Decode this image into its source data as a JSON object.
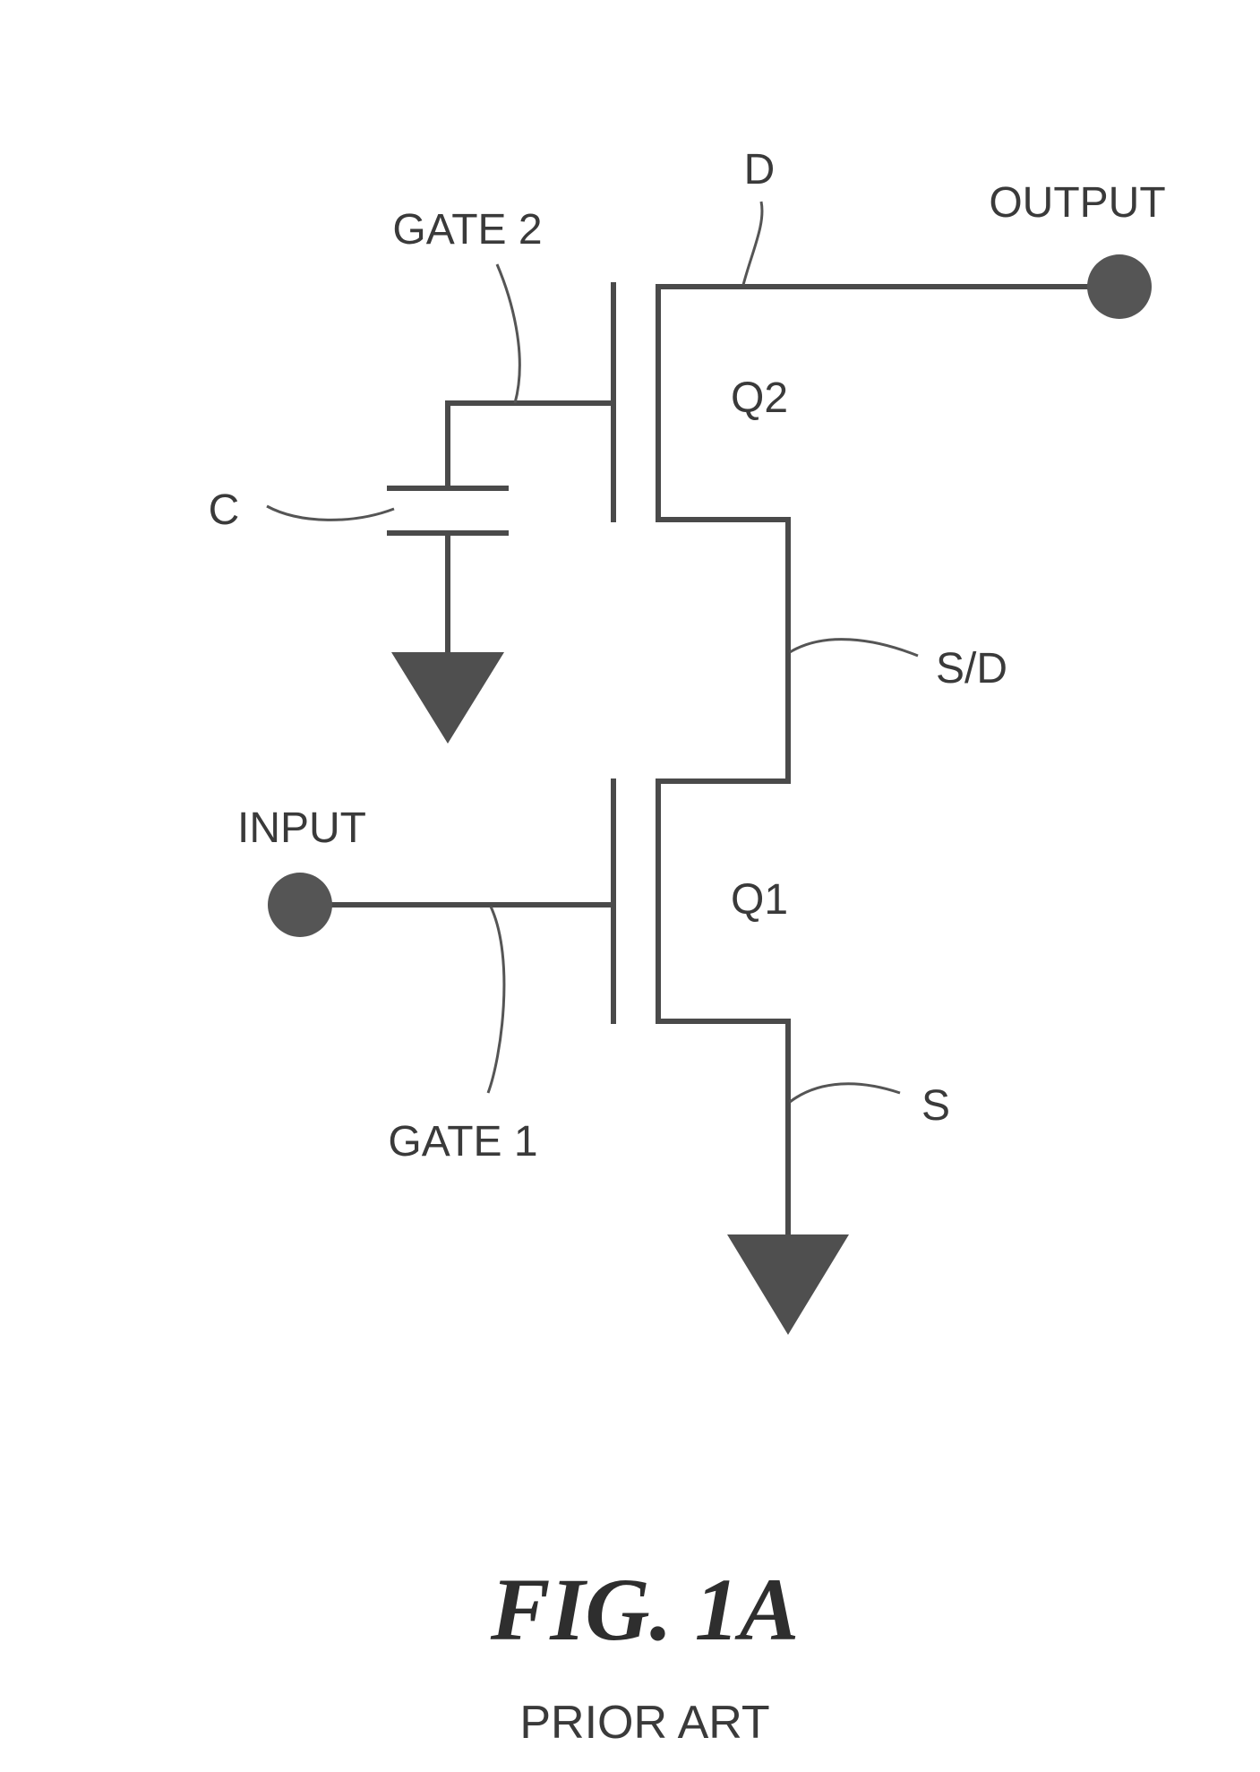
{
  "labels": {
    "drain": "D",
    "output": "OUTPUT",
    "gate2": "GATE 2",
    "q2": "Q2",
    "capacitor": "C",
    "source_drain": "S/D",
    "input": "INPUT",
    "q1": "Q1",
    "gate1": "GATE 1",
    "source": "S"
  },
  "caption": {
    "figure": "FIG. 1A",
    "note": "PRIOR ART"
  },
  "colors": {
    "ink": "#4a4a4a",
    "terminal": "#555555"
  }
}
